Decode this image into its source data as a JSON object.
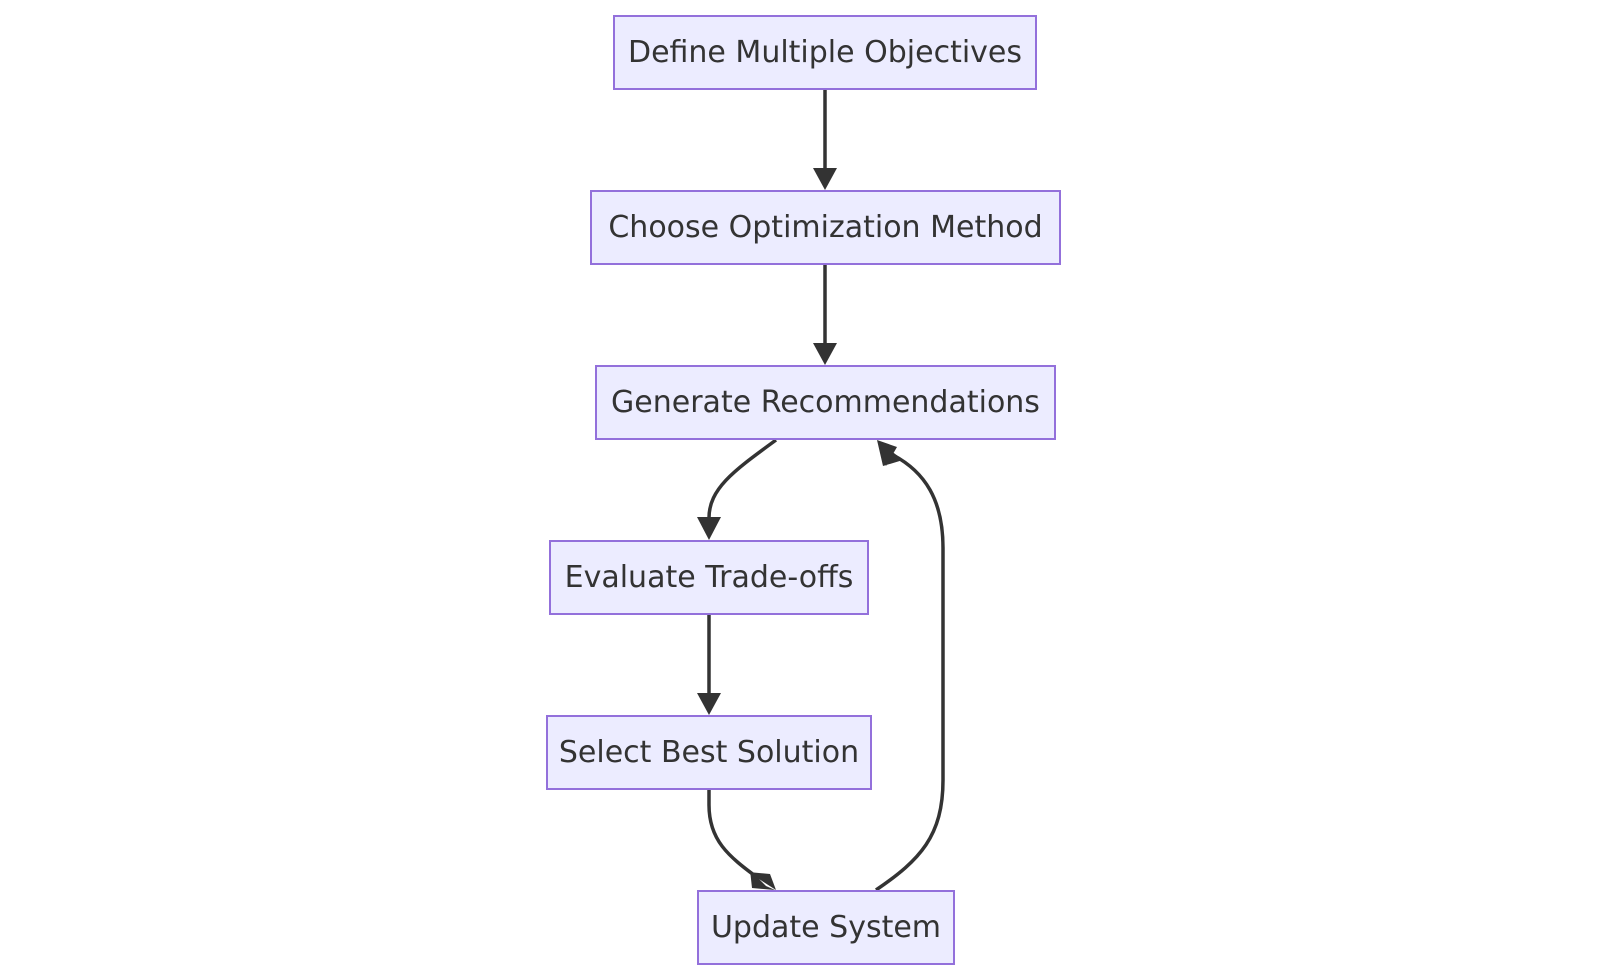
{
  "diagram": {
    "nodes": [
      {
        "id": "define",
        "label": "Define Multiple Objectives"
      },
      {
        "id": "choose",
        "label": "Choose Optimization Method"
      },
      {
        "id": "generate",
        "label": "Generate Recommendations"
      },
      {
        "id": "evaluate",
        "label": "Evaluate Trade-offs"
      },
      {
        "id": "select",
        "label": "Select Best Solution"
      },
      {
        "id": "update",
        "label": "Update System"
      }
    ],
    "edges": [
      {
        "from": "define",
        "to": "choose"
      },
      {
        "from": "choose",
        "to": "generate"
      },
      {
        "from": "generate",
        "to": "evaluate"
      },
      {
        "from": "evaluate",
        "to": "select"
      },
      {
        "from": "select",
        "to": "update"
      },
      {
        "from": "update",
        "to": "generate"
      }
    ],
    "colors": {
      "node_fill": "#ececff",
      "node_border": "#9370db",
      "text": "#333333",
      "edge": "#333333"
    }
  }
}
